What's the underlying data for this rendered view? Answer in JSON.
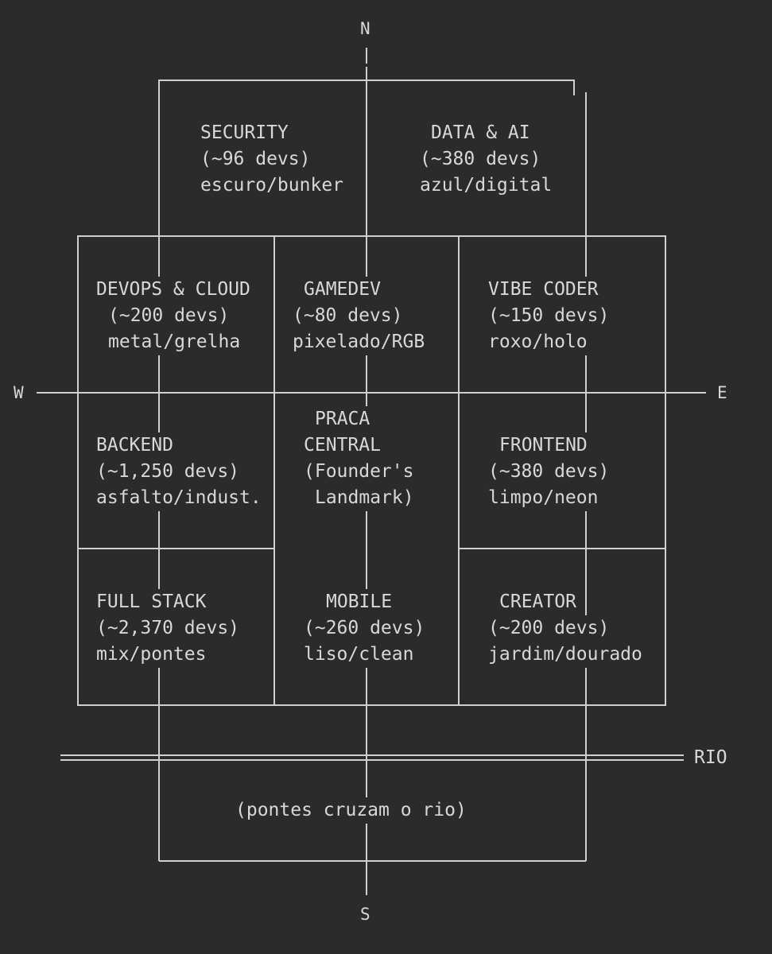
{
  "compass": {
    "north": "N",
    "south": "S",
    "west": "W",
    "east": "E"
  },
  "river_label": "RIO",
  "districts": {
    "security": {
      "name": "SECURITY",
      "devs": "(~96 devs)",
      "style": "escuro/bunker"
    },
    "data_ai": {
      "name": "DATA & AI",
      "devs": "(~380 devs)",
      "style": "azul/digital"
    },
    "devops": {
      "name": "DEVOPS & CLOUD",
      "devs": "(~200 devs)",
      "style": "metal/grelha"
    },
    "gamedev": {
      "name": "GAMEDEV",
      "devs": "(~80 devs)",
      "style": "pixelado/RGB"
    },
    "vibe": {
      "name": "VIBE CODER",
      "devs": "(~150 devs)",
      "style": "roxo/holo"
    },
    "backend": {
      "name": "BACKEND",
      "devs": "(~1,250 devs)",
      "style": "asfalto/indust."
    },
    "frontend": {
      "name": "FRONTEND",
      "devs": "(~380 devs)",
      "style": "limpo/neon"
    },
    "fullstack": {
      "name": "FULL STACK",
      "devs": "(~2,370 devs)",
      "style": "mix/pontes"
    },
    "mobile": {
      "name": "MOBILE",
      "devs": "(~260 devs)",
      "style": "liso/clean"
    },
    "creator": {
      "name": "CREATOR",
      "devs": "(~200 devs)",
      "style": "jardim/dourado"
    }
  },
  "plaza": {
    "line1": "PRACA",
    "line2": "CENTRAL",
    "line3": "(Founder's",
    "line4": "Landmark)"
  },
  "bridges_note": "(pontes cruzam o rio)"
}
